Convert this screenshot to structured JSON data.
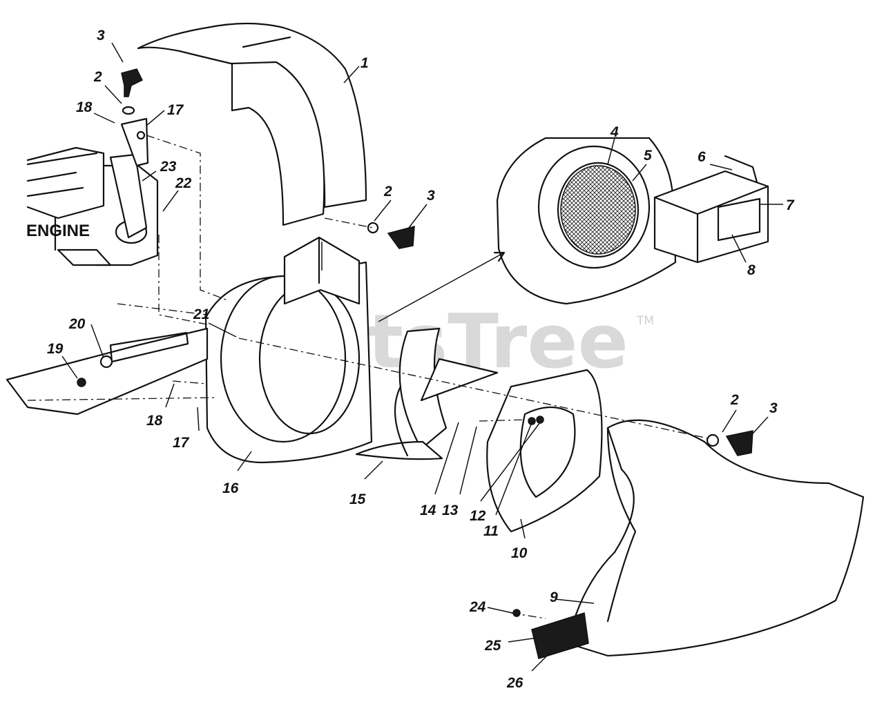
{
  "diagram": {
    "engine_label": "ENGINE",
    "watermark": "PartsTree",
    "trademark": "TM",
    "callouts": [
      {
        "id": "c1",
        "text": "1"
      },
      {
        "id": "c2a",
        "text": "2"
      },
      {
        "id": "c2b",
        "text": "2"
      },
      {
        "id": "c2c",
        "text": "2"
      },
      {
        "id": "c3a",
        "text": "3"
      },
      {
        "id": "c3b",
        "text": "3"
      },
      {
        "id": "c3c",
        "text": "3"
      },
      {
        "id": "c4",
        "text": "4"
      },
      {
        "id": "c5",
        "text": "5"
      },
      {
        "id": "c6",
        "text": "6"
      },
      {
        "id": "c7",
        "text": "7"
      },
      {
        "id": "c8",
        "text": "8"
      },
      {
        "id": "c9",
        "text": "9"
      },
      {
        "id": "c10",
        "text": "10"
      },
      {
        "id": "c11",
        "text": "11"
      },
      {
        "id": "c12",
        "text": "12"
      },
      {
        "id": "c13",
        "text": "13"
      },
      {
        "id": "c14",
        "text": "14"
      },
      {
        "id": "c15",
        "text": "15"
      },
      {
        "id": "c16",
        "text": "16"
      },
      {
        "id": "c17a",
        "text": "17"
      },
      {
        "id": "c17b",
        "text": "17"
      },
      {
        "id": "c18a",
        "text": "18"
      },
      {
        "id": "c18b",
        "text": "18"
      },
      {
        "id": "c19",
        "text": "19"
      },
      {
        "id": "c20",
        "text": "20"
      },
      {
        "id": "c21",
        "text": "21"
      },
      {
        "id": "c22",
        "text": "22"
      },
      {
        "id": "c23",
        "text": "23"
      },
      {
        "id": "c24",
        "text": "24"
      },
      {
        "id": "c25",
        "text": "25"
      },
      {
        "id": "c26",
        "text": "26"
      }
    ]
  }
}
